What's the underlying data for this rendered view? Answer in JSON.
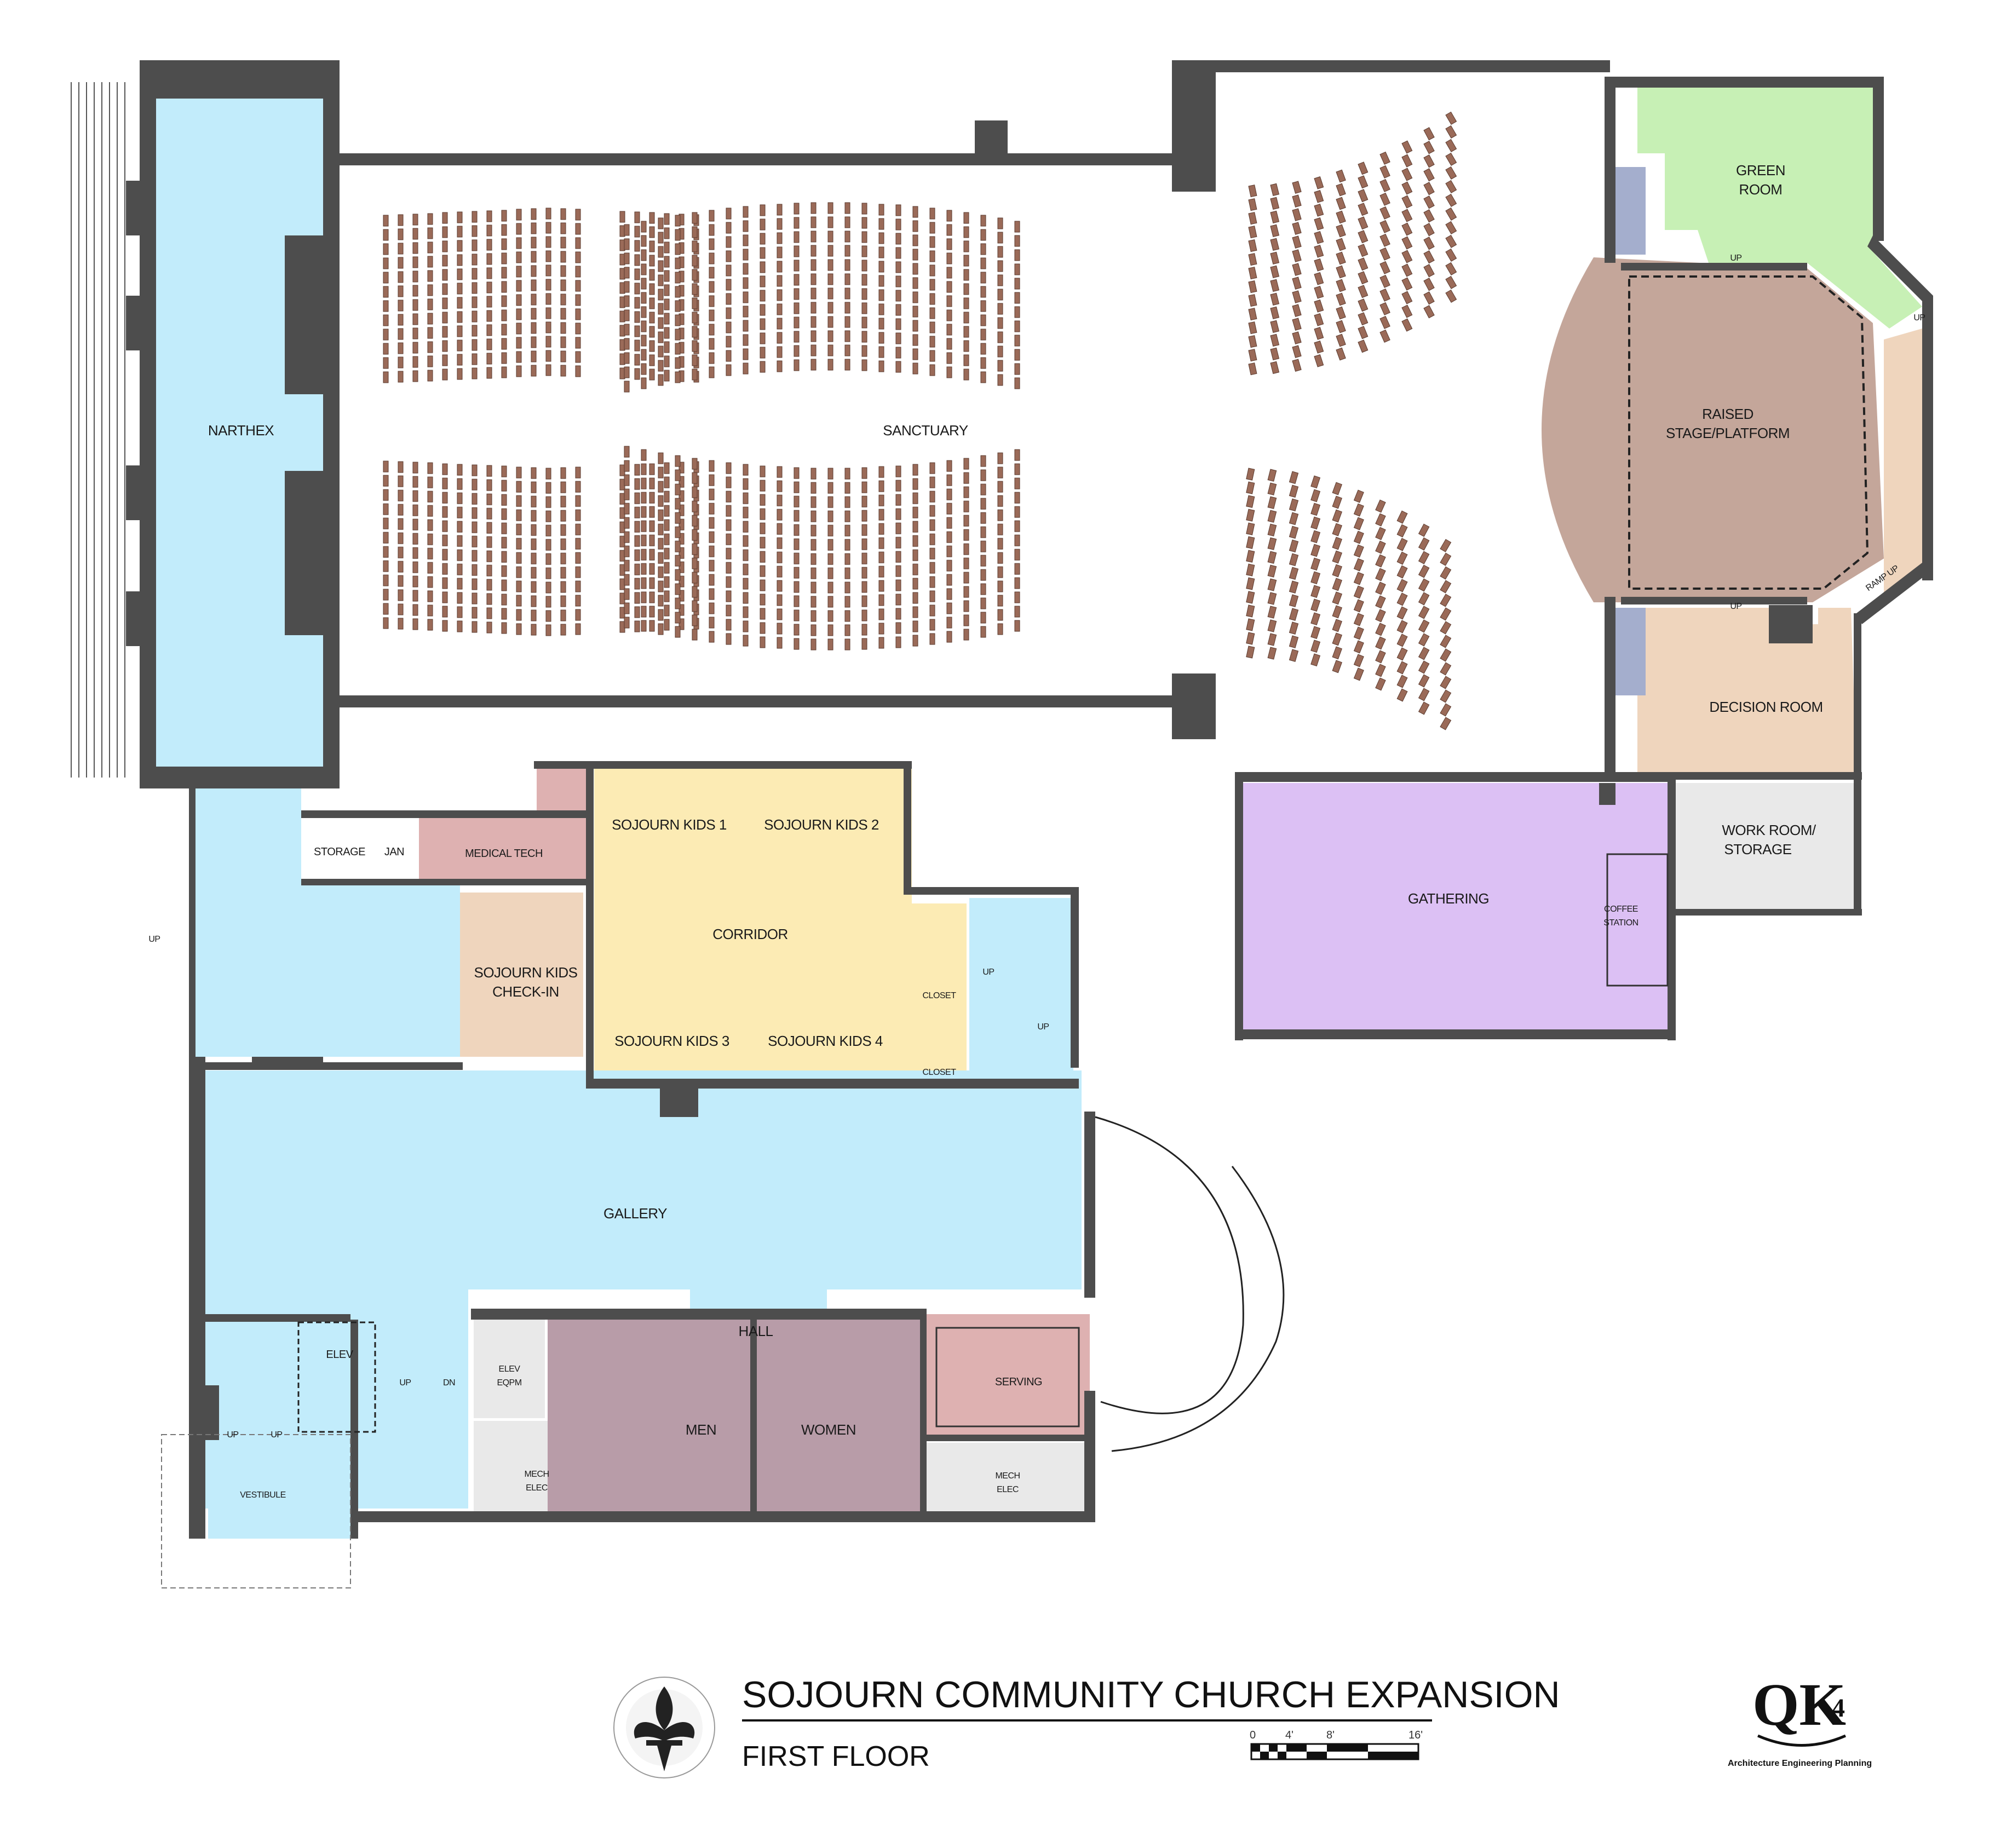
{
  "title": "SOJOURN COMMUNITY CHURCH EXPANSION",
  "subtitle": "FIRST FLOOR",
  "scale": {
    "ticks": [
      "0",
      "4'",
      "8'",
      "16'"
    ]
  },
  "firm": {
    "mark": "QK",
    "mark_sub": "4",
    "tagline": "Architecture Engineering Planning"
  },
  "colors": {
    "blue": "#c2ecfb",
    "green": "#c7f0b5",
    "mauve": "#c4a69a",
    "peach": "#efd5bd",
    "purple": "#dcc0f4",
    "yellow": "#fcebb4",
    "rose": "#deb1b1",
    "plum": "#b89ca8",
    "grey": "#e9e9e9",
    "slate": "#a4aecd",
    "pew": "#9a6a58",
    "wall": "#4d4d4d"
  },
  "rooms": {
    "narthex": "NARTHEX",
    "sanctuary": "SANCTUARY",
    "green_room_1": "GREEN",
    "green_room_2": "ROOM",
    "stage_1": "RAISED",
    "stage_2": "STAGE/PLATFORM",
    "decision_room": "DECISION ROOM",
    "work_room_1": "WORK ROOM/",
    "work_room_2": "STORAGE",
    "gathering": "GATHERING",
    "coffee_1": "COFFEE",
    "coffee_2": "STATION",
    "storage": "STORAGE",
    "jan": "JAN",
    "medical_tech": "MEDICAL TECH",
    "kids_1": "SOJOURN KIDS 1",
    "kids_2": "SOJOURN KIDS 2",
    "kids_3": "SOJOURN KIDS 3",
    "kids_4": "SOJOURN KIDS 4",
    "corridor": "CORRIDOR",
    "checkin_1": "SOJOURN KIDS",
    "checkin_2": "CHECK-IN",
    "closet_1": "CLOSET",
    "closet_2": "CLOSET",
    "gallery": "GALLERY",
    "hall": "HALL",
    "elev": "ELEV",
    "elev_eqpm_1": "ELEV",
    "elev_eqpm_2": "EQPM",
    "mech_1a": "MECH",
    "mech_1b": "ELEC",
    "men": "MEN",
    "women": "WOMEN",
    "serving": "SERVING",
    "mech_2a": "MECH",
    "mech_2b": "ELEC",
    "vestibule": "VESTIBULE",
    "ramp_up": "RAMP UP"
  },
  "marks": {
    "up": "UP",
    "dn": "DN"
  }
}
